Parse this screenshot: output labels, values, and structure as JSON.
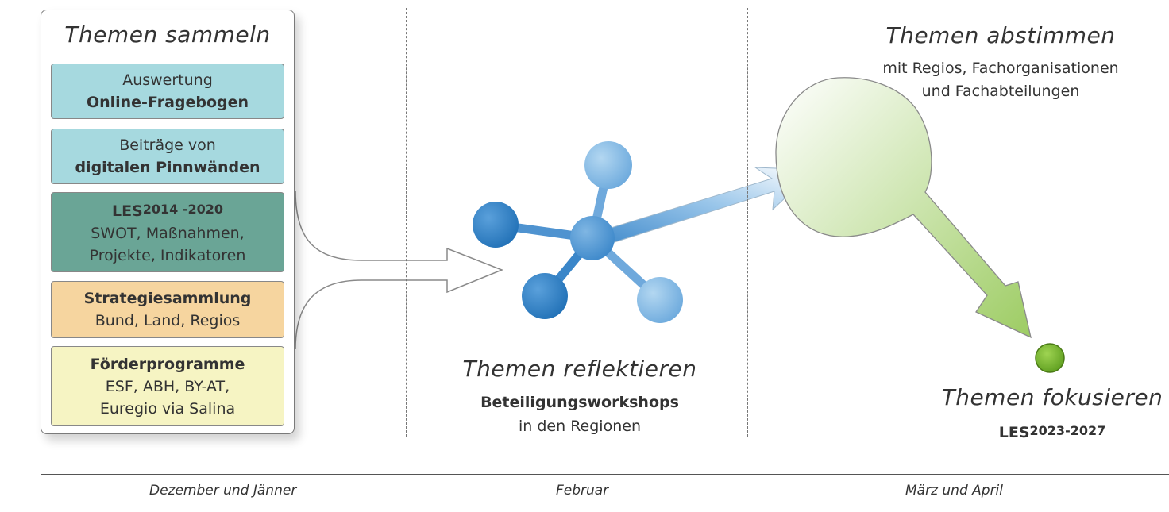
{
  "collect": {
    "title": "Themen sammeln",
    "box1": {
      "line1": "Auswertung",
      "line2": "Online-Fragebogen"
    },
    "box2": {
      "line1": "Beiträge von",
      "line2": "digitalen Pinnwänden"
    },
    "box3": {
      "prefix": "LES",
      "years": "2014 -2020",
      "line2": "SWOT, Maßnahmen,",
      "line3": "Projekte, Indikatoren"
    },
    "box4": {
      "line1": "Strategiesammlung",
      "line2": "Bund, Land, Regios"
    },
    "box5": {
      "line1": "Förderprogramme",
      "line2": "ESF, ABH, BY-AT,",
      "line3": "Euregio via Salina"
    }
  },
  "reflect": {
    "title": "Themen reflektieren",
    "bold": "Beteiligungsworkshops",
    "sub": "in den Regionen"
  },
  "align": {
    "title": "Themen abstimmen",
    "sub1": "mit Regios, Fachorganisationen",
    "sub2": "und Fachabteilungen"
  },
  "focus": {
    "title": "Themen fokusieren",
    "prefix": "LES",
    "years": "2023-2027"
  },
  "timeline": {
    "label1": "Dezember und Jänner",
    "label2": "Februar",
    "label3": "März und April"
  },
  "colors": {
    "turquoise": "#a6d9df",
    "teal": "#6aa596",
    "orange": "#f6d59f",
    "yellow": "#f6f4c3",
    "node_blue": "#2a7bc0",
    "node_light": "#8fc0e6",
    "dot_green": "#76b82a"
  }
}
